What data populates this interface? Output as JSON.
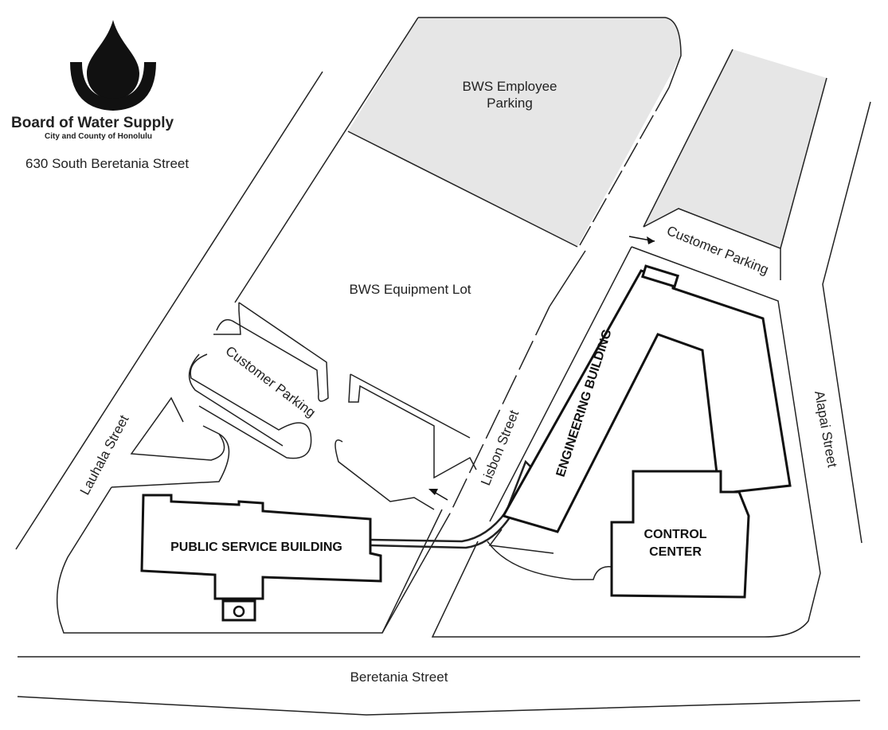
{
  "logo": {
    "name": "Board of Water Supply",
    "subtitle": "City and County of Honolulu",
    "address": "630 South Beretania Street",
    "icon": "water-drop-icon"
  },
  "streets": {
    "beretania": "Beretania Street",
    "lauhala": "Lauhala Street",
    "lisbon": "Lisbon Street",
    "alapai": "Alapai Street"
  },
  "areas": {
    "employee_parking_line1": "BWS Employee",
    "employee_parking_line2": "Parking",
    "equipment_lot": "BWS Equipment Lot",
    "customer_parking_left": "Customer Parking",
    "customer_parking_right": "Customer Parking"
  },
  "buildings": {
    "public_service": "PUBLIC SERVICE BUILDING",
    "engineering": "ENGINEERING BUILDING",
    "control_center_line1": "CONTROL",
    "control_center_line2": "CENTER"
  },
  "colors": {
    "parking_fill": "#e6e6e6",
    "ink": "#111111"
  }
}
